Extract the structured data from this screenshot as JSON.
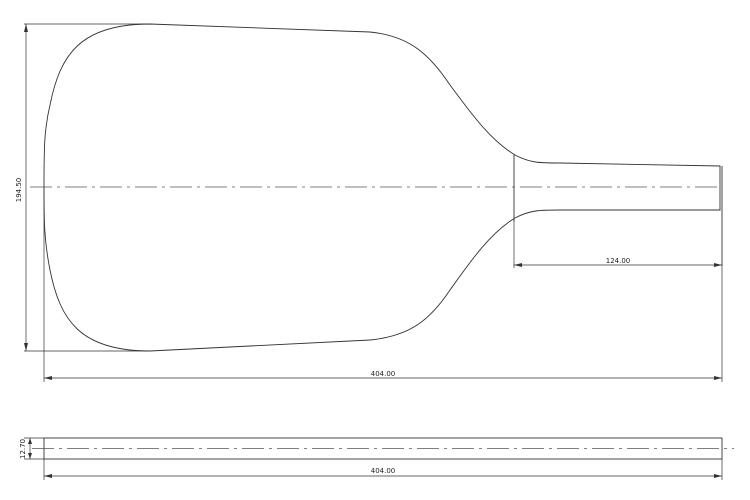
{
  "drawing": {
    "line_color": "#333333",
    "top_view": {
      "dim_overall_length": "404.00",
      "dim_width": "194.50",
      "dim_handle_length": "124.00"
    },
    "side_view": {
      "dim_overall_length": "404.00",
      "dim_thickness": "12.70"
    }
  }
}
